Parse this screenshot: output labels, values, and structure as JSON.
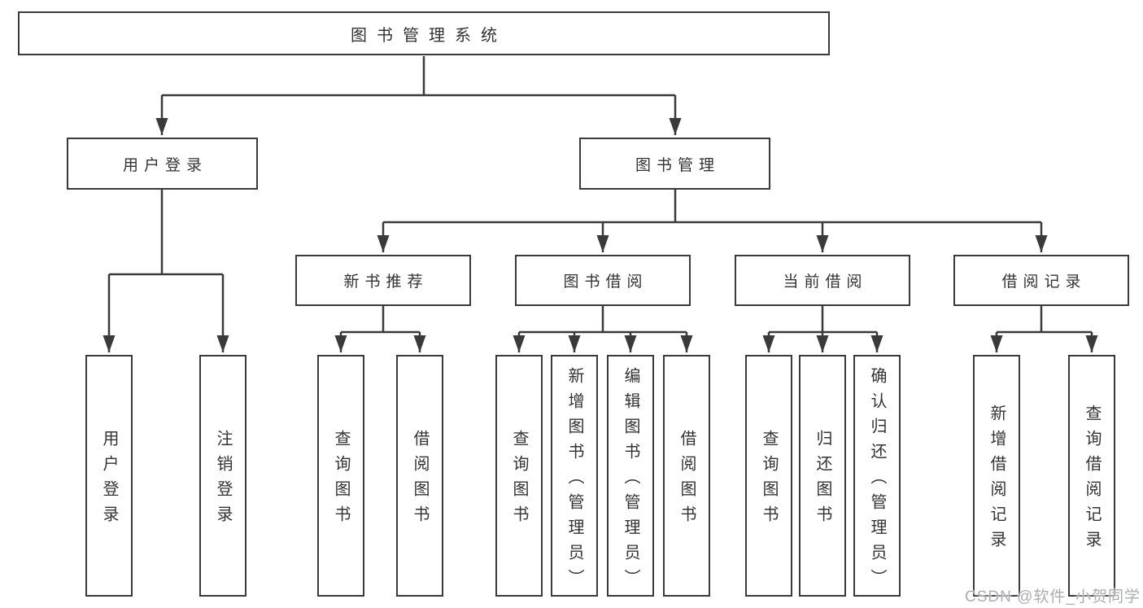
{
  "style": {
    "line_color": "#3a3a3a",
    "text_color": "#333333",
    "box_background": "#ffffff",
    "page_background": "#ffffff",
    "watermark_color": "#a9adb4"
  },
  "watermark": {
    "text": "CSDN @软件_小贺同学"
  },
  "diagram": {
    "type": "hierarchy-tree",
    "root": {
      "label": "图书管理系统"
    },
    "level2": [
      {
        "label": "用户登录",
        "children": [
          {
            "label": "用户登录"
          },
          {
            "label": "注销登录"
          }
        ]
      },
      {
        "label": "图书管理",
        "children": [
          {
            "label": "新书推荐",
            "children": [
              {
                "label": "查询图书"
              },
              {
                "label": "借阅图书"
              }
            ]
          },
          {
            "label": "图书借阅",
            "children": [
              {
                "label": "查询图书"
              },
              {
                "label": "新增图书（管理员）"
              },
              {
                "label": "编辑图书（管理员）"
              },
              {
                "label": "借阅图书"
              }
            ]
          },
          {
            "label": "当前借阅",
            "children": [
              {
                "label": "查询图书"
              },
              {
                "label": "归还图书"
              },
              {
                "label": "确认归还（管理员）"
              }
            ]
          },
          {
            "label": "借阅记录",
            "children": [
              {
                "label": "新增借阅记录"
              },
              {
                "label": "查询借阅记录"
              }
            ]
          }
        ]
      }
    ]
  }
}
